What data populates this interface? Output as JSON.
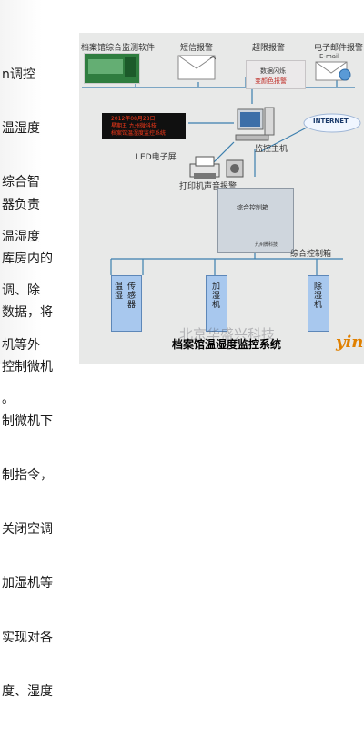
{
  "left_text": {
    "paragraph1": [
      "n调控",
      "温湿度",
      "综合智",
      "温湿度",
      "调、除",
      "机等外",
      "。"
    ],
    "paragraph2": [
      "器负责",
      "库房内的",
      "数据，将",
      "控制微机",
      "制微机下",
      "制指令，",
      "关闭空调",
      "加湿机等",
      "实现对各",
      "度、湿度"
    ]
  },
  "diagram": {
    "top_labels": {
      "software": "档案馆综合监测软件",
      "sms": "短信报警",
      "over_limit": "超限报警",
      "email": "电子邮件报警"
    },
    "led_screen_text": [
      "2012年08月28日",
      "星期五 九州微科技",
      "档案馆温湿度监控系统"
    ],
    "led_label": "LED电子屏",
    "alarm_lines": [
      "数据闪烁",
      "变颜色报警"
    ],
    "email_tag": "E-mail",
    "internet": "INTERNET",
    "monitor_host": "监控主机",
    "printer_label": "打印机声音报警",
    "cabinet_text": "综合控制箱",
    "cabinet_small": "九州微科技",
    "comprehensive_box": "综合控制箱",
    "devices": [
      "温湿传感器",
      "加湿机",
      "除湿机"
    ],
    "title": "档案馆温湿度监控系统",
    "watermark": "北京华盛兴科技",
    "brand": "yin"
  },
  "colors": {
    "led_bg": "#101010",
    "led_text": "#ff3a1a",
    "device_fill": "#a8c8ee",
    "line": "#3c7fae"
  }
}
